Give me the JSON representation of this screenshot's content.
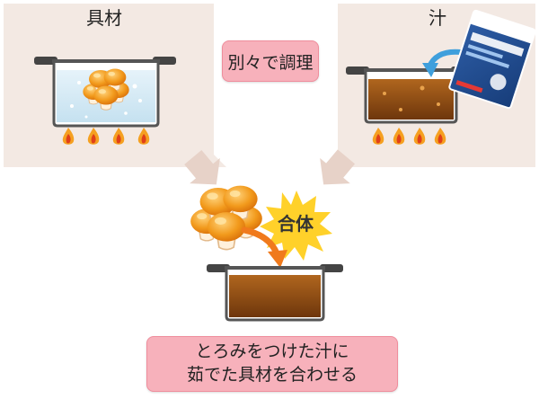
{
  "panels": {
    "left_title": "具材",
    "right_title": "汁"
  },
  "center_label": "別々で調理",
  "burst_label": "合体",
  "result_lines": [
    "とろみをつけた汁に",
    "茹でた具材を合わせる"
  ],
  "colors": {
    "panel": "#f3e9e3",
    "panel_arrow": "#ecd9d0",
    "pill": "#f7b1bb",
    "broth": "#8a4a12",
    "water": "#d8ecf6",
    "mushroom": "#f29a1c",
    "burst": "#ffd12a",
    "flame": "#f5a020",
    "blue_arrow": "#3f9fdc",
    "orange_arrow": "#f07a1c"
  },
  "icons": [
    "pot-with-water-icon",
    "pot-with-broth-icon",
    "mushroom-cluster-icon",
    "flame-icon",
    "seasoning-packet-icon",
    "burst-icon",
    "down-arrow-icon",
    "curved-arrow-icon"
  ]
}
